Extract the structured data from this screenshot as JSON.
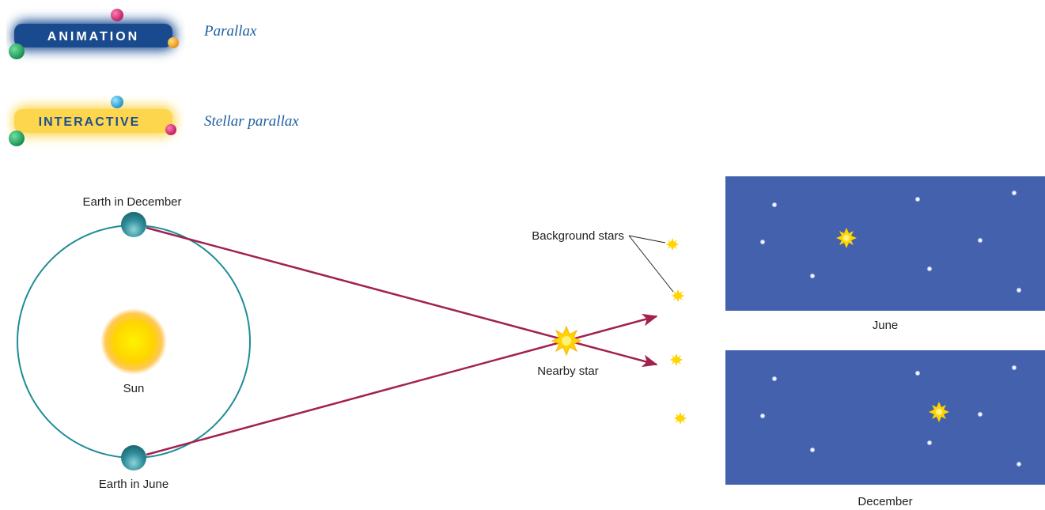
{
  "badges": {
    "animation": {
      "label": "ANIMATION",
      "link_text": "Parallax"
    },
    "interactive": {
      "label": "INTERACTIVE",
      "link_text": "Stellar parallax"
    }
  },
  "diagram": {
    "earth_december": "Earth in December",
    "earth_june": "Earth in June",
    "sun": "Sun",
    "nearby_star": "Nearby star",
    "background_stars": "Background stars"
  },
  "panels": {
    "june": {
      "caption": "June"
    },
    "december": {
      "caption": "December"
    }
  },
  "colors": {
    "sky_panel": "#4461ad",
    "orbit": "#1f8c96",
    "sight_line": "#a2214f",
    "star": "#ffd400",
    "link": "#1f5fa0",
    "animation_badge": "#1c4f93",
    "interactive_badge": "#fcd54a"
  }
}
